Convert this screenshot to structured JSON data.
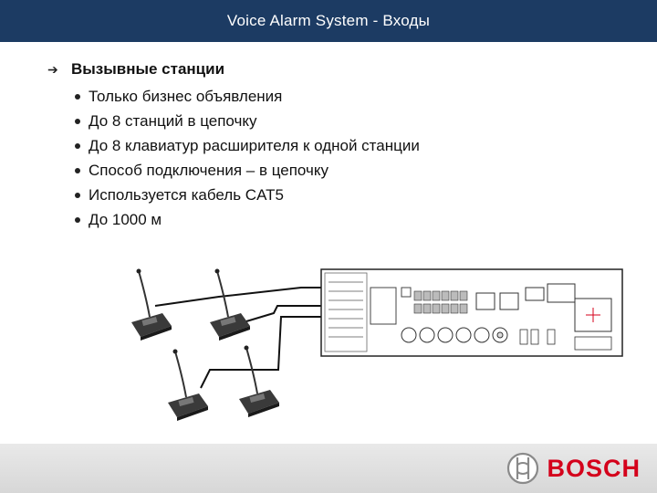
{
  "header": {
    "title": "Voice Alarm System - Входы"
  },
  "main": {
    "heading": "Вызывные станции",
    "bullets": [
      "Только бизнес объявления",
      "До 8 станций в цепочку",
      "До 8 клавиатур расширителя к одной станции",
      "Способ подключения – в цепочку",
      "Используется кабель CAT5",
      "До 1000 м"
    ]
  },
  "footer": {
    "brand": "BOSCH"
  },
  "colors": {
    "title_bar": "#1c3b63",
    "brand": "#d4001b",
    "footer": "#dcdcdc"
  },
  "icons": {
    "bullet_marker": "arrow-right-icon",
    "logo": "bosch-armature-icon"
  }
}
